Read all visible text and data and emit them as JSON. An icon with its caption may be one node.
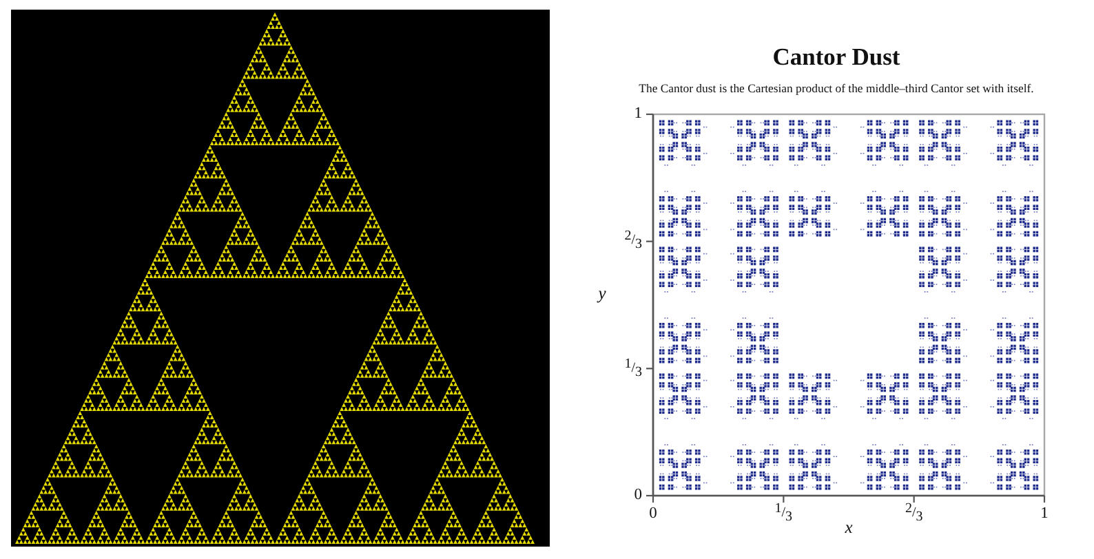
{
  "diagram": {
    "caption": "The Cantor dust is the Cartesian product of the middle–third Cantor set with itself.",
    "chart_data": {
      "type": "scatter",
      "title": "Cantor Dust",
      "xlabel": "x",
      "ylabel": "y",
      "xlim": [
        0,
        1
      ],
      "ylim": [
        0,
        1
      ],
      "xticks": [
        0,
        {
          "value": 0.333333,
          "label": "1/3"
        },
        {
          "value": 0.666667,
          "label": "2/3"
        },
        1
      ],
      "yticks": [
        0,
        {
          "value": 0.333333,
          "label": "1/3"
        },
        {
          "value": 0.666667,
          "label": "2/3"
        },
        1
      ]
    }
  }
}
